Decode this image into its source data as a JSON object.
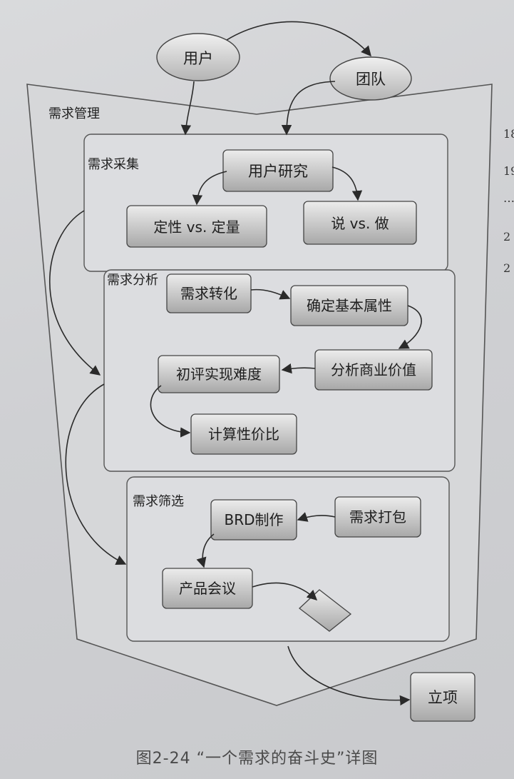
{
  "caption": "图2-24  “一个需求的奋斗史”详图",
  "margin_marks": [
    "18",
    "19",
    "…",
    "2",
    "2"
  ],
  "nodes": {
    "user": "用户",
    "team": "团队",
    "outer": "需求管理",
    "collect": "需求采集",
    "user_research": "用户研究",
    "qual_quant": "定性 vs. 定量",
    "say_do": "说 vs. 做",
    "analysis": "需求分析",
    "transform": "需求转化",
    "attributes": "确定基本属性",
    "biz_value": "分析商业价值",
    "difficulty": "初评实现难度",
    "cost_perf": "计算性价比",
    "screening": "需求筛选",
    "brd": "BRD制作",
    "package": "需求打包",
    "meeting": "产品会议",
    "approved": "立项"
  },
  "colors": {
    "box_top": "#e9e9e9",
    "box_bottom": "#a9a9a9",
    "frame": "#5a5a5a",
    "panel": "#dcdddf"
  }
}
